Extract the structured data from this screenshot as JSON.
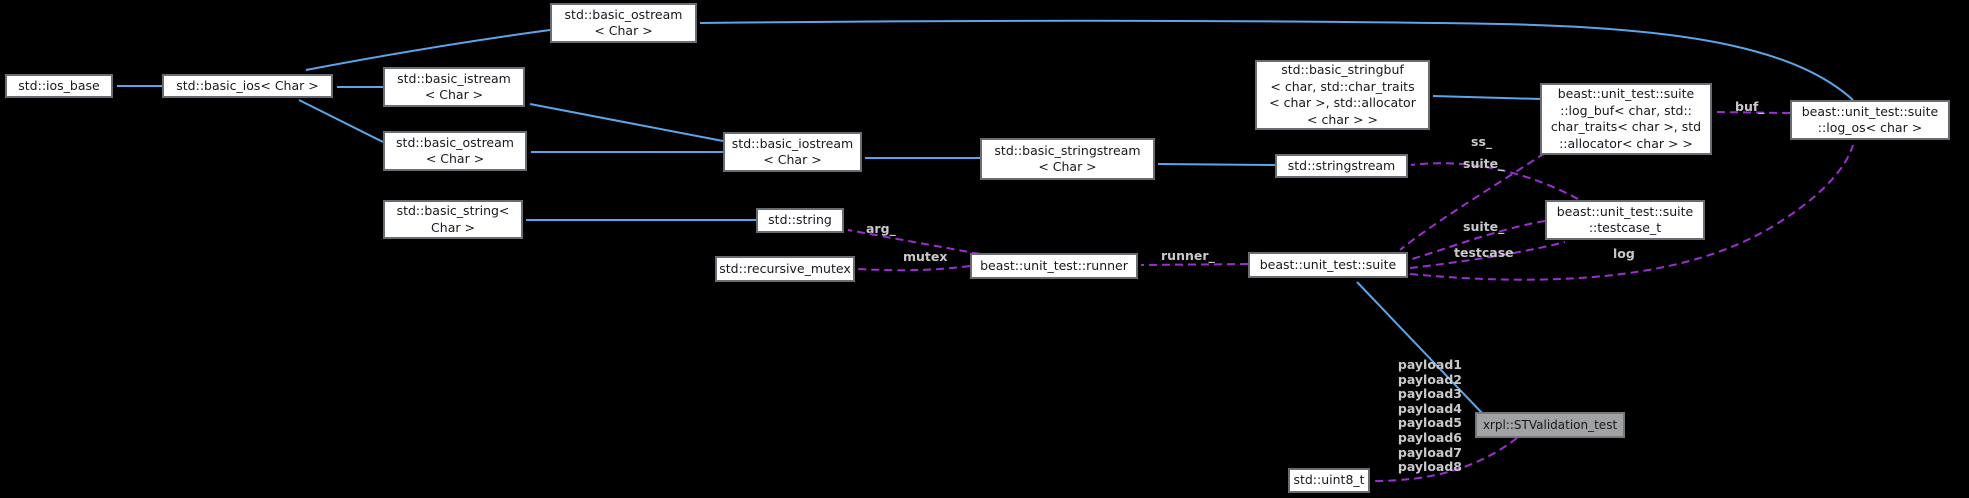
{
  "diagram": {
    "type": "class-collaboration-graph",
    "focus_class": "xrpl::STValidation_test",
    "colors": {
      "background": "#000000",
      "inheritance_arrow": "#5ba5ea",
      "usage_arrow": "#9c2fd1",
      "node_background": "#ffffff",
      "node_border": "#686d73",
      "focus_node_background": "#a0a2a4",
      "edge_label_text": "#c9c9c9"
    },
    "nodes": {
      "ios_base": "std::ios_base",
      "basic_ios": "std::basic_ios< Char >",
      "basic_istream": "std::basic_istream\n< Char >",
      "basic_ostream_top": "std::basic_ostream\n< Char >",
      "basic_ostream_mid": "std::basic_ostream\n< Char >",
      "basic_iostream": "std::basic_iostream\n< Char >",
      "basic_string": "std::basic_string<\nChar >",
      "string": "std::string",
      "recursive_mutex": "std::recursive_mutex",
      "runner": "beast::unit_test::runner",
      "suite": "beast::unit_test::suite",
      "basic_stringstream": "std::basic_stringstream\n< Char >",
      "stringstream": "std::stringstream",
      "basic_stringbuf": "std::basic_stringbuf\n< char, std::char_traits\n< char >, std::allocator\n< char > >",
      "log_buf": "beast::unit_test::suite\n::log_buf< char, std::\nchar_traits< char >, std\n::allocator< char > >",
      "log_os": "beast::unit_test::suite\n::log_os< char >",
      "testcase_t": "beast::unit_test::suite\n::testcase_t",
      "stvalidation_test": "xrpl::STValidation_test",
      "uint8_t": "std::uint8_t"
    },
    "edge_labels": {
      "arg": "arg_",
      "mutex": "mutex",
      "runner": "runner_",
      "ss": "ss_",
      "suite_upper": "suite_",
      "suite_lower": "suite_",
      "testcase": "testcase",
      "log": "log",
      "buf": "buf_",
      "payloads": [
        "payload1",
        "payload2",
        "payload3",
        "payload4",
        "payload5",
        "payload6",
        "payload7",
        "payload8"
      ]
    }
  }
}
